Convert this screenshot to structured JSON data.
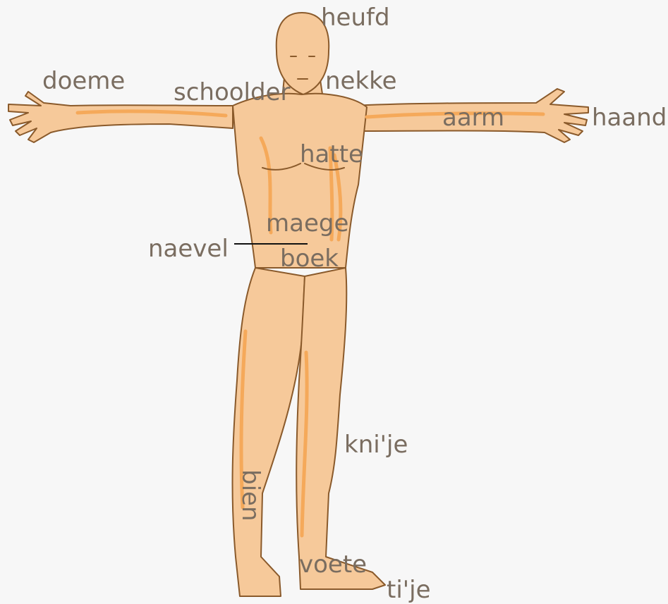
{
  "labels": {
    "heufd": "heufd",
    "doeme": "doeme",
    "schoolder": "schoolder",
    "nekke": "nekke",
    "aarm": "aarm",
    "haand": "haand",
    "hatte": "hatte",
    "maege": "maege",
    "naevel": "naevel",
    "boek": "boek",
    "knije": "kni'je",
    "bien": "bien",
    "voete": "voete",
    "tije": "ti'je"
  },
  "colors": {
    "skin": "#f6c99a",
    "shade": "#f5a95a",
    "outline": "#8a5a2b",
    "label": "#7a6d60"
  }
}
